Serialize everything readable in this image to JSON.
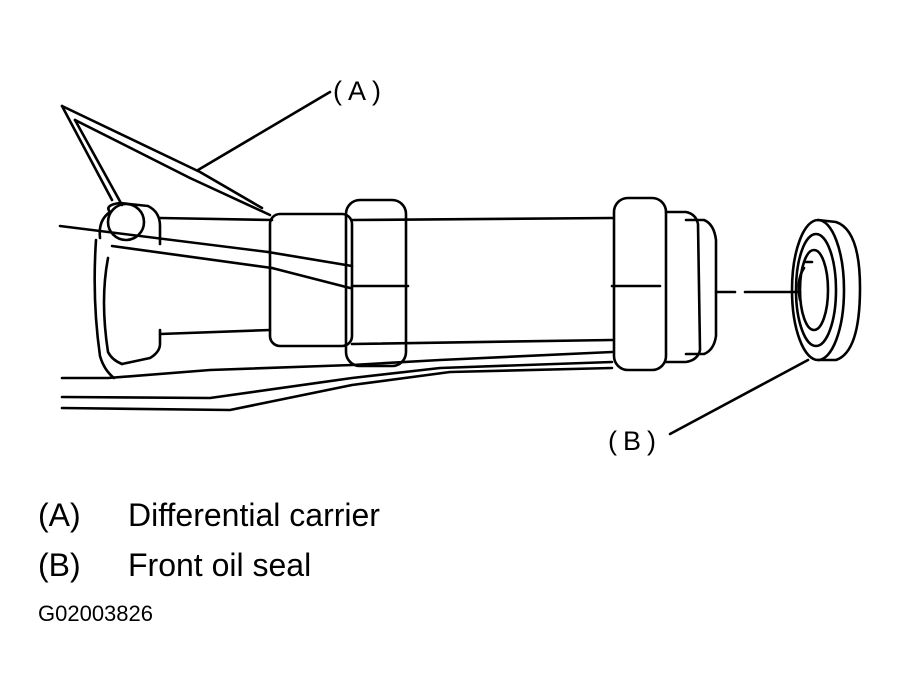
{
  "callouts": {
    "a": "(A)",
    "b": "(B)"
  },
  "legend": [
    {
      "key": "(A)",
      "text": "Differential carrier"
    },
    {
      "key": "(B)",
      "text": "Front oil seal"
    }
  ],
  "figure_code": "G02003826",
  "colors": {
    "ink": "#000000",
    "paper": "#ffffff"
  }
}
